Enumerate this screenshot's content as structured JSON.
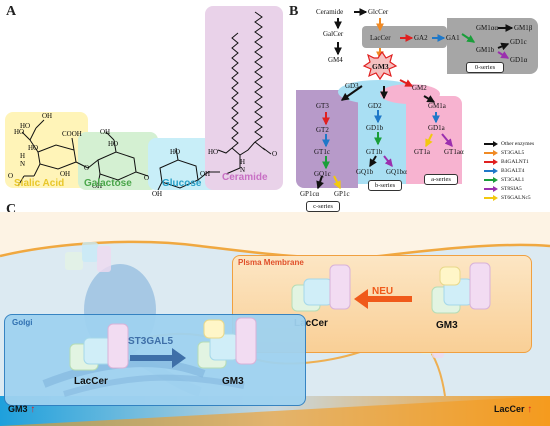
{
  "panels": {
    "a": "A",
    "b": "B",
    "c": "C"
  },
  "panel_a": {
    "sialic_acid": "Sialic Acid",
    "galactose": "Galactose",
    "glucose": "Glucose",
    "ceramide": "Ceramide",
    "atoms": {
      "ho": "HO",
      "cooh": "COOH",
      "oh": "OH",
      "h": "H",
      "n": "N",
      "o": "O"
    }
  },
  "panel_b": {
    "nodes": {
      "ceramide": "Ceramide",
      "glccer": "GlcCer",
      "galcer": "GalCer",
      "gm4": "GM4",
      "laccer": "LacCer",
      "ga2": "GA2",
      "ga1": "GA1",
      "gm1aa": "GM1αα",
      "gm1b_beta": "GM1β",
      "gm1b": "GM1b",
      "gd1c": "GD1c",
      "gd1a_zero": "GD1α",
      "gm3": "GM3",
      "gd3": "GD3",
      "gm2": "GM2",
      "gt3": "GT3",
      "gt2": "GT2",
      "gt1c": "GT1c",
      "gq1c": "GQ1c",
      "gp1ca": "GP1cα",
      "gp1c": "GP1c",
      "gd2": "GD2",
      "gd1b": "GD1b",
      "gt1b": "GT1b",
      "gq1b": "GQ1b",
      "gq1ba": "GQ1bα",
      "gm1a": "GM1a",
      "gd1a": "GD1a",
      "gt1a": "GT1a",
      "gt1aa": "GT1aα"
    },
    "series": {
      "zero": "0-series",
      "a": "a-series",
      "b": "b-series",
      "c": "c-series"
    },
    "legend": [
      {
        "label": "Other enzymes",
        "color": "#111111"
      },
      {
        "label": "ST3GAL5",
        "color": "#f08a24"
      },
      {
        "label": "B4GALNT1",
        "color": "#e02020"
      },
      {
        "label": "B3GALT4",
        "color": "#1f78c8"
      },
      {
        "label": "ST3GAL1",
        "color": "#1a9e3a"
      },
      {
        "label": "ST8SIA5",
        "color": "#9b2fae"
      },
      {
        "label": "ST6GALNc5",
        "color": "#f2c80f"
      }
    ]
  },
  "panel_c": {
    "membrane": "Plsma Membrane",
    "neu": "NEU",
    "laccer_pm": "LacCer",
    "gm3_pm": "GM3",
    "golgi": "Golgi",
    "enzyme": "ST3GAL5",
    "laccer_golgi": "LacCer",
    "gm3_golgi": "GM3",
    "bar_left": "GM3",
    "bar_right": "LacCer"
  },
  "colors": {
    "sialic": "#fff4b8",
    "galactose": "#d4f0d2",
    "glucose": "#c8eef8",
    "ceramide": "#e9d2e9",
    "zero_series": "#a6a6a6",
    "a_series": "#f7b3d0",
    "b_series": "#a9dff3",
    "c_series": "#b79ac9",
    "membrane_box": "#fbd7a3",
    "golgi_box": "#9ad0ef",
    "neu": "#f05a1a",
    "st3gal5": "#3e6fa8"
  }
}
